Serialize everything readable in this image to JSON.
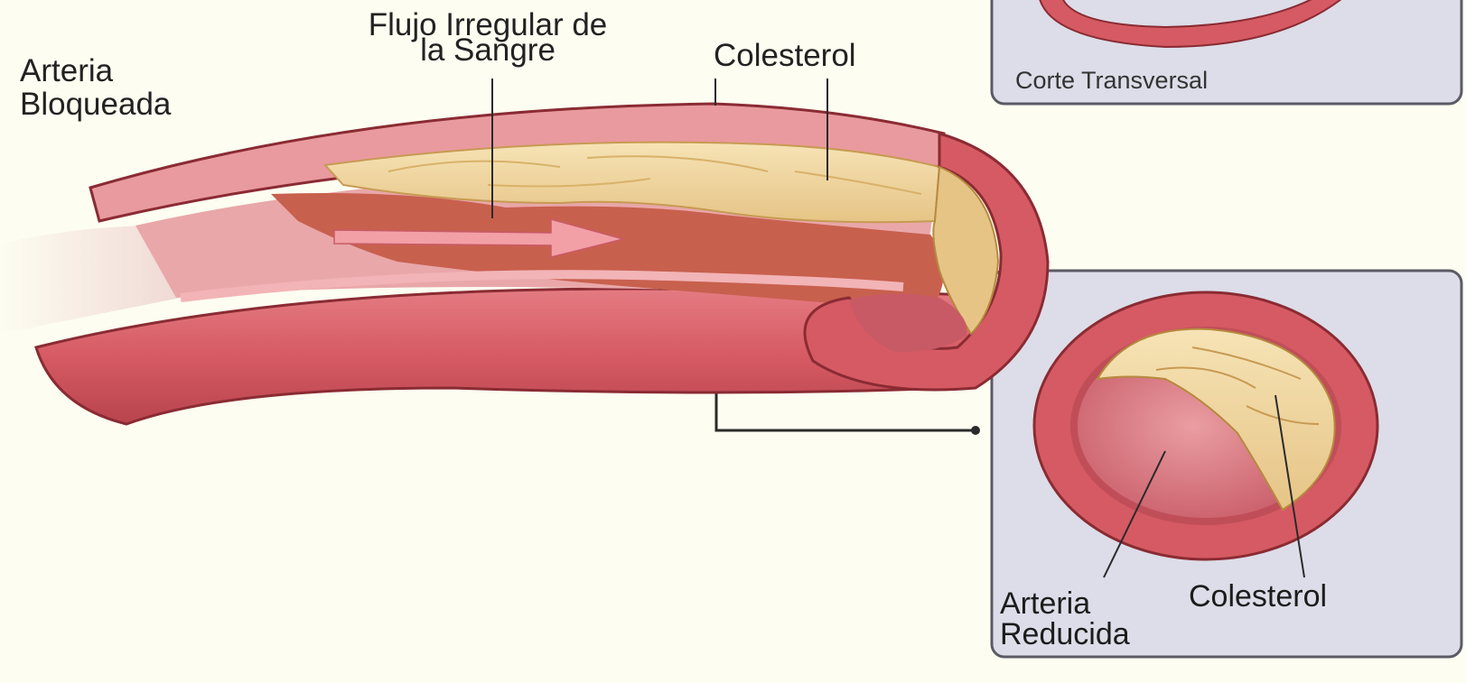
{
  "labels": {
    "blocked_artery_line1": "Arteria",
    "blocked_artery_line2": "Bloqueada",
    "irregular_flow_line1": "Flujo Irregular de",
    "irregular_flow_line2": "la Sangre",
    "cholesterol_top": "Colesterol",
    "cross_section": "Corte Transversal",
    "reduced_artery_line1": "Arteria",
    "reduced_artery_line2": "Reducida",
    "cholesterol_panel": "Colesterol"
  },
  "colors": {
    "background": "#fdfdf1",
    "artery_wall": "#d65a63",
    "artery_light": "#e99a9e",
    "lumen": "#d8727a",
    "plaque": "#f1d79e",
    "plaque_dark": "#d8b26a",
    "clot": "#c8604e",
    "panel": "#dcdde8",
    "panel_border": "#5b5b66"
  }
}
